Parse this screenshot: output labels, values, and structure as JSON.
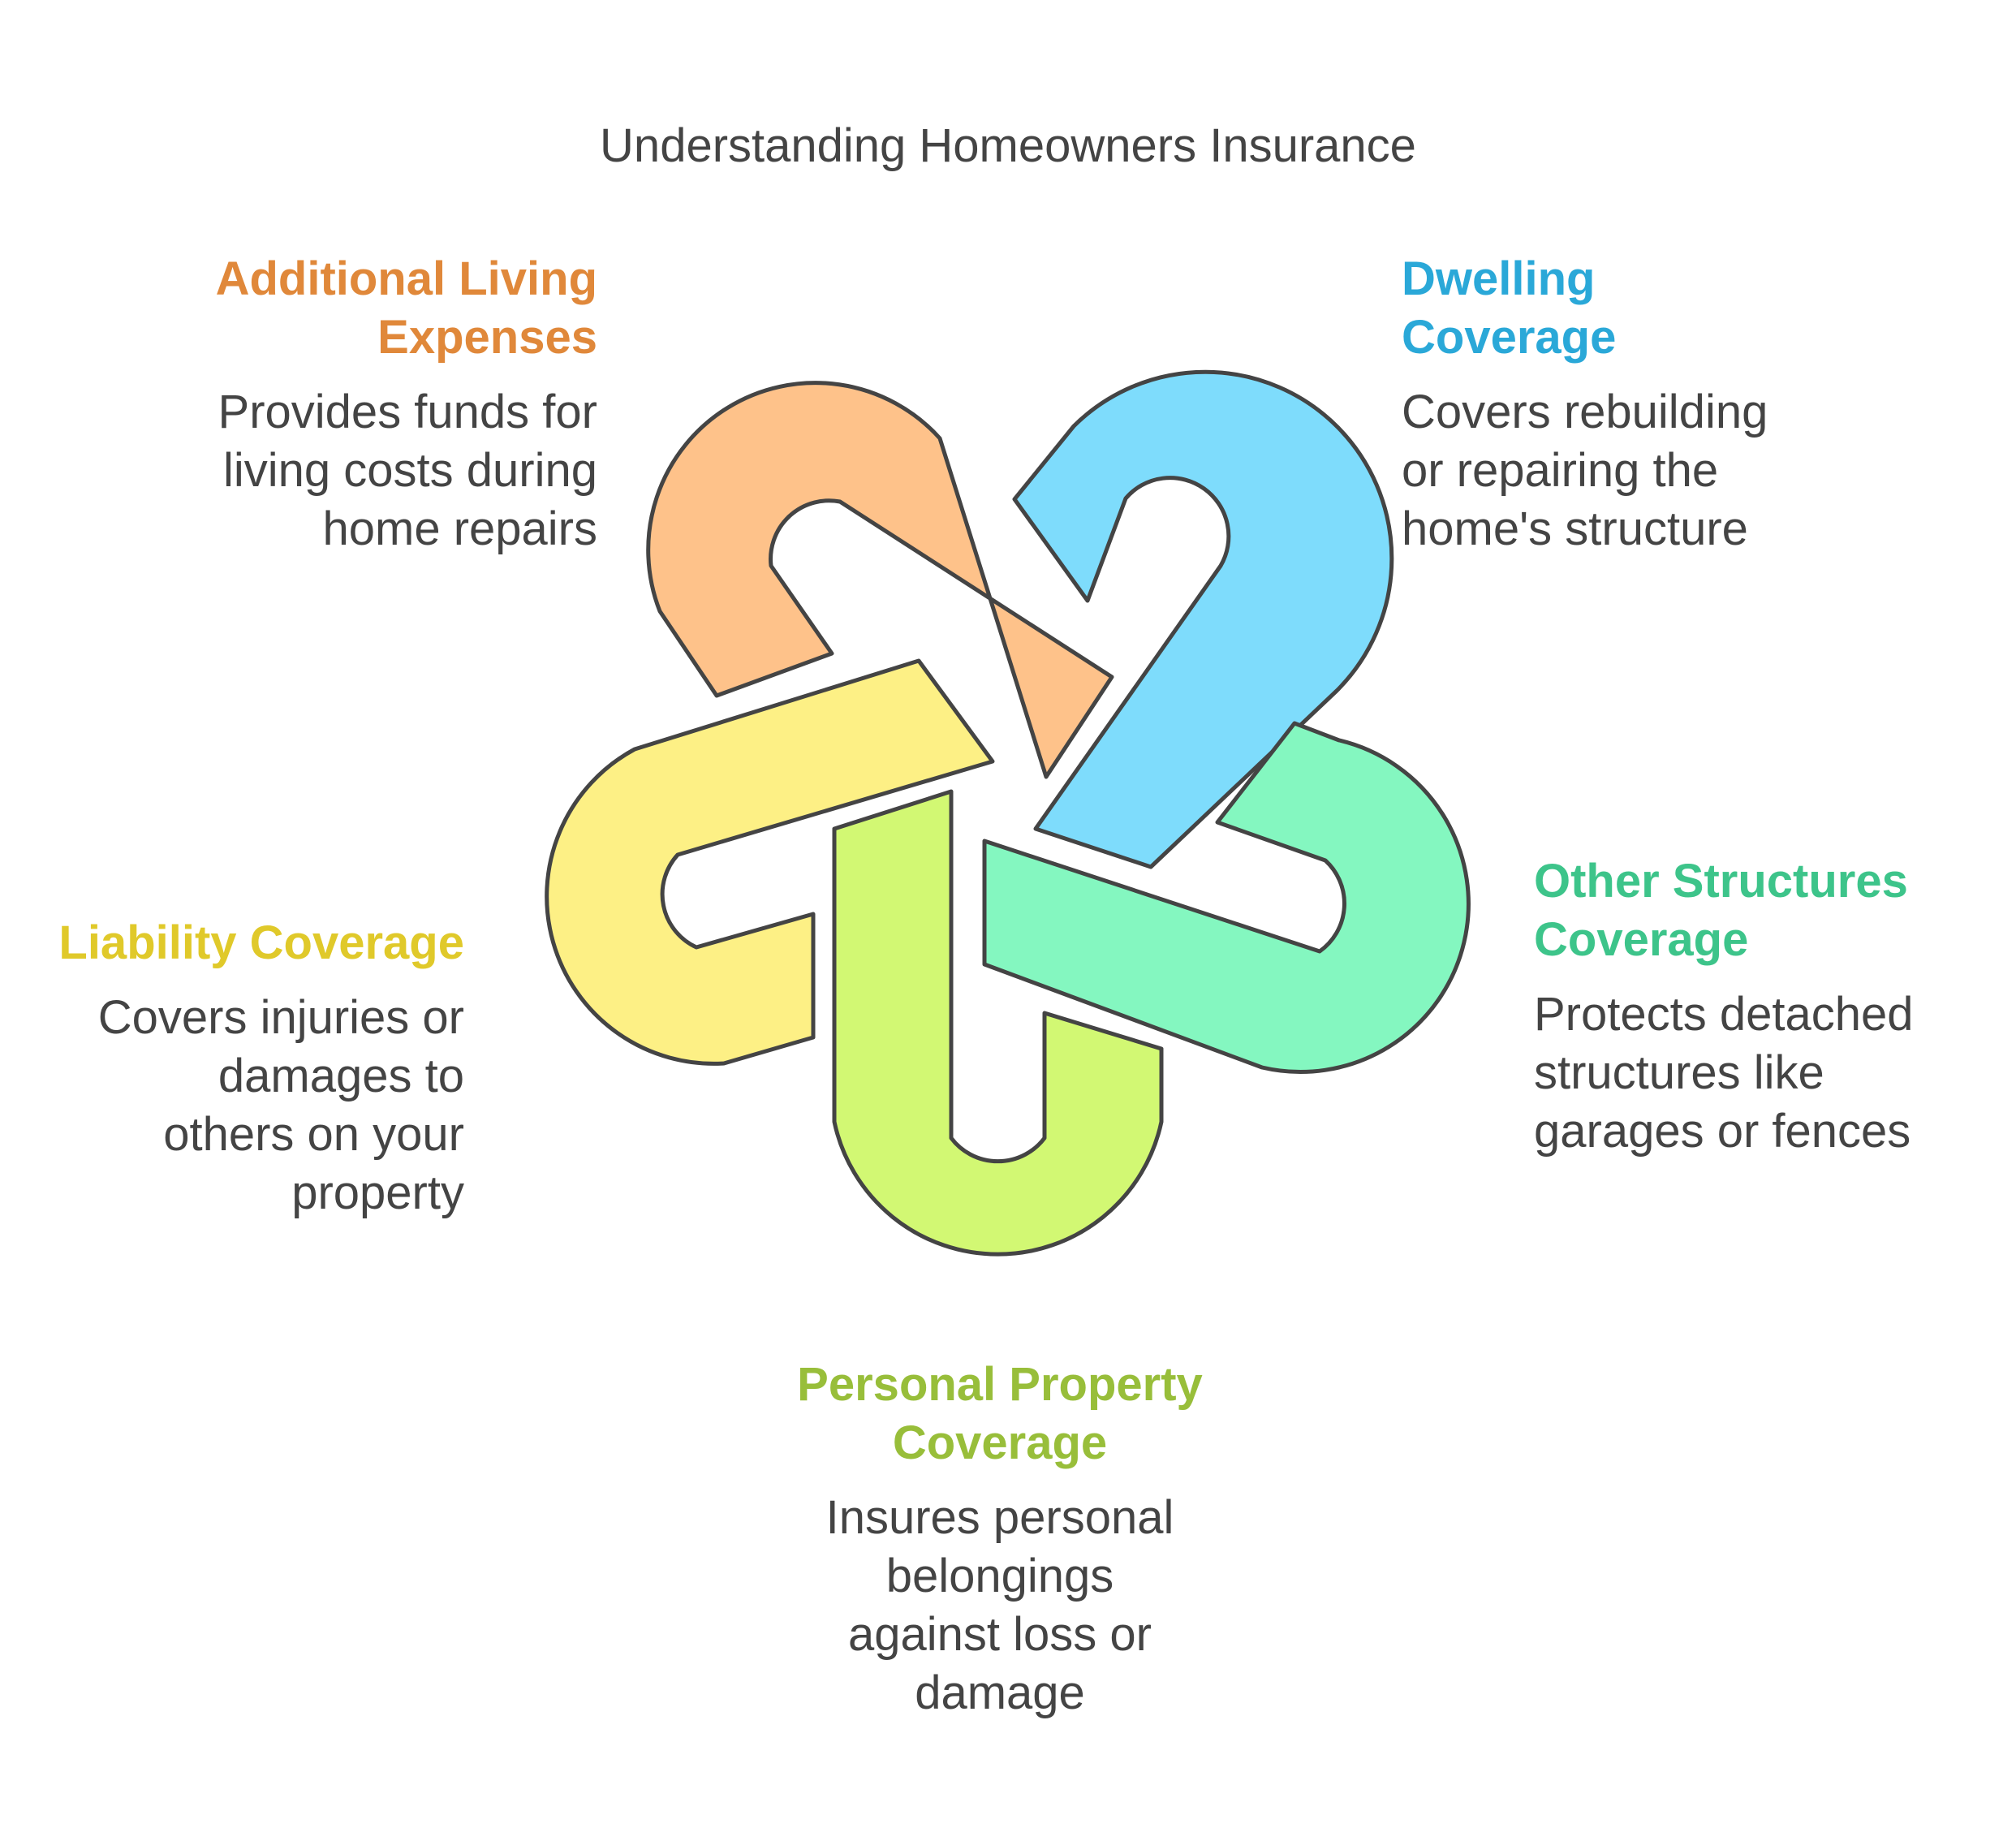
{
  "title": "Understanding Homeowners Insurance",
  "items": [
    {
      "key": "additional",
      "heading": "Additional Living\nExpenses",
      "description": "Provides funds for\nliving costs during\nhome repairs",
      "color": "#E0883A",
      "fill": "#FEC28A"
    },
    {
      "key": "dwelling",
      "heading": "Dwelling\nCoverage",
      "description": "Covers rebuilding\nor repairing the\nhome's structure",
      "color": "#2AA8D8",
      "fill": "#7EDCFC"
    },
    {
      "key": "other",
      "heading": "Other Structures\nCoverage",
      "description": "Protects detached\nstructures like\ngarages or fences",
      "color": "#3DC48A",
      "fill": "#84F7C0"
    },
    {
      "key": "personal",
      "heading": "Personal Property\nCoverage",
      "description": "Insures personal\nbelongings\nagainst loss or\ndamage",
      "color": "#98BE3A",
      "fill": "#D2F873"
    },
    {
      "key": "liability",
      "heading": "Liability Coverage",
      "description": "Covers injuries or\ndamages to\nothers on your\nproperty",
      "color": "#E0C92A",
      "fill": "#FDF085"
    }
  ],
  "stroke": "#444444"
}
